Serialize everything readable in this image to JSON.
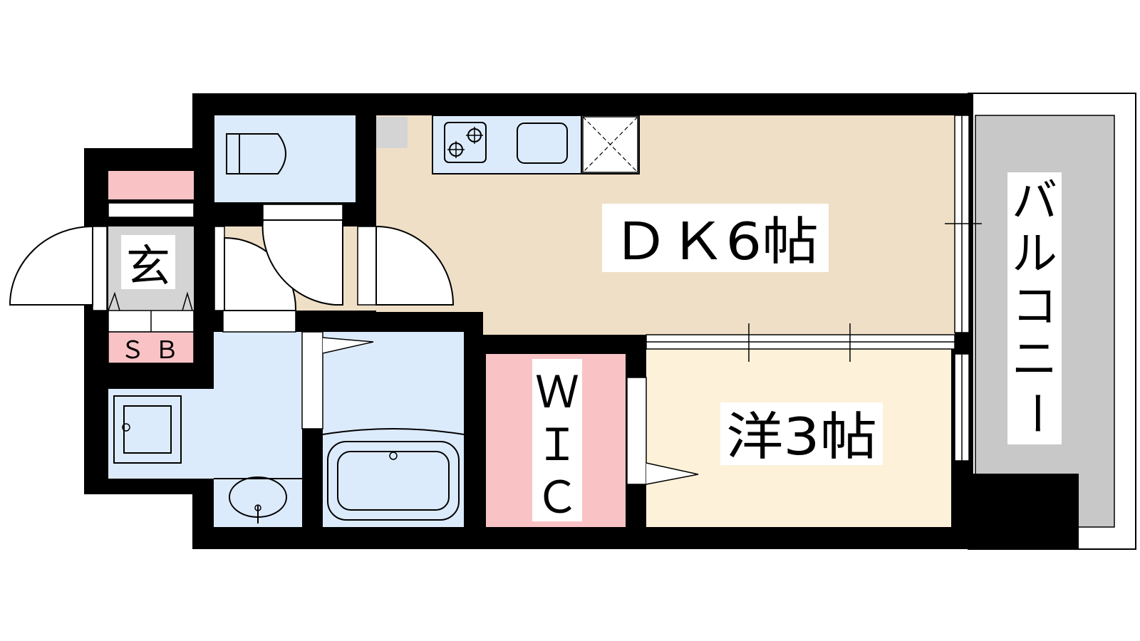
{
  "rooms": {
    "dk": {
      "label": "ＤＫ6帖"
    },
    "western": {
      "label": "洋3帖"
    },
    "wic": {
      "label": "Ｗ Ｉ Ｃ",
      "lines": [
        "Ｗ",
        "Ｉ",
        "Ｃ"
      ]
    },
    "entrance": {
      "label": "玄"
    },
    "shoe_box": {
      "label": "ＳＢ",
      "letters": [
        "Ｓ",
        "Ｂ"
      ]
    },
    "balcony": {
      "label": "バルコニー",
      "chars": [
        "バ",
        "ル",
        "コ",
        "ニ",
        "ー"
      ]
    }
  },
  "colors": {
    "wall": "#000000",
    "dk_floor": "#efdfc7",
    "western_floor": "#fdf1d9",
    "wet_area": "#dcebfb",
    "storage_pink": "#f9c3c6",
    "entrance_floor": "#d4d4d4",
    "balcony": "#c8c8c8"
  },
  "icons": [
    "toilet-icon",
    "stove-icon",
    "sink-icon",
    "washing-machine-icon",
    "washbasin-icon",
    "bathtub-icon"
  ]
}
